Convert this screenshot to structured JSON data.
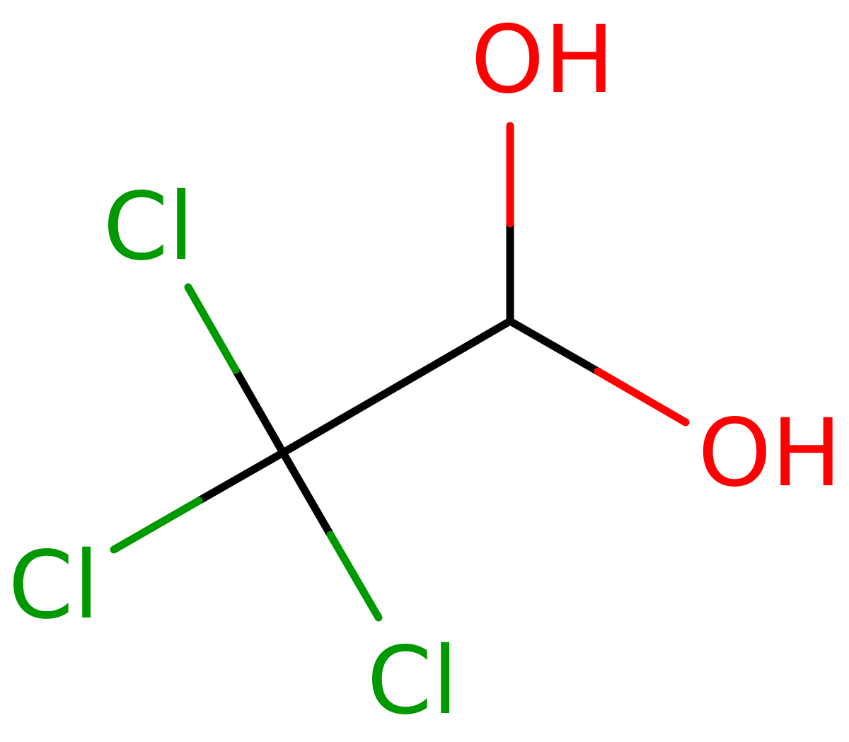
{
  "molecule": {
    "atoms": [
      {
        "id": "o1",
        "label": "OH",
        "element": "O"
      },
      {
        "id": "o2",
        "label": "OH",
        "element": "O"
      },
      {
        "id": "cl1",
        "label": "Cl",
        "element": "Cl"
      },
      {
        "id": "cl2",
        "label": "Cl",
        "element": "Cl"
      },
      {
        "id": "cl3",
        "label": "Cl",
        "element": "Cl"
      }
    ],
    "bonds": [
      {
        "from": "C2",
        "to": "o1",
        "order": 1
      },
      {
        "from": "C2",
        "to": "o2",
        "order": 1
      },
      {
        "from": "C1",
        "to": "C2",
        "order": 1
      },
      {
        "from": "C1",
        "to": "cl1",
        "order": 1
      },
      {
        "from": "C1",
        "to": "cl2",
        "order": 1
      },
      {
        "from": "C1",
        "to": "cl3",
        "order": 1
      }
    ]
  },
  "colors": {
    "carbon_bond": "#000000",
    "oxygen": "#ff0000",
    "chlorine": "#009900",
    "background": "#ffffff"
  }
}
